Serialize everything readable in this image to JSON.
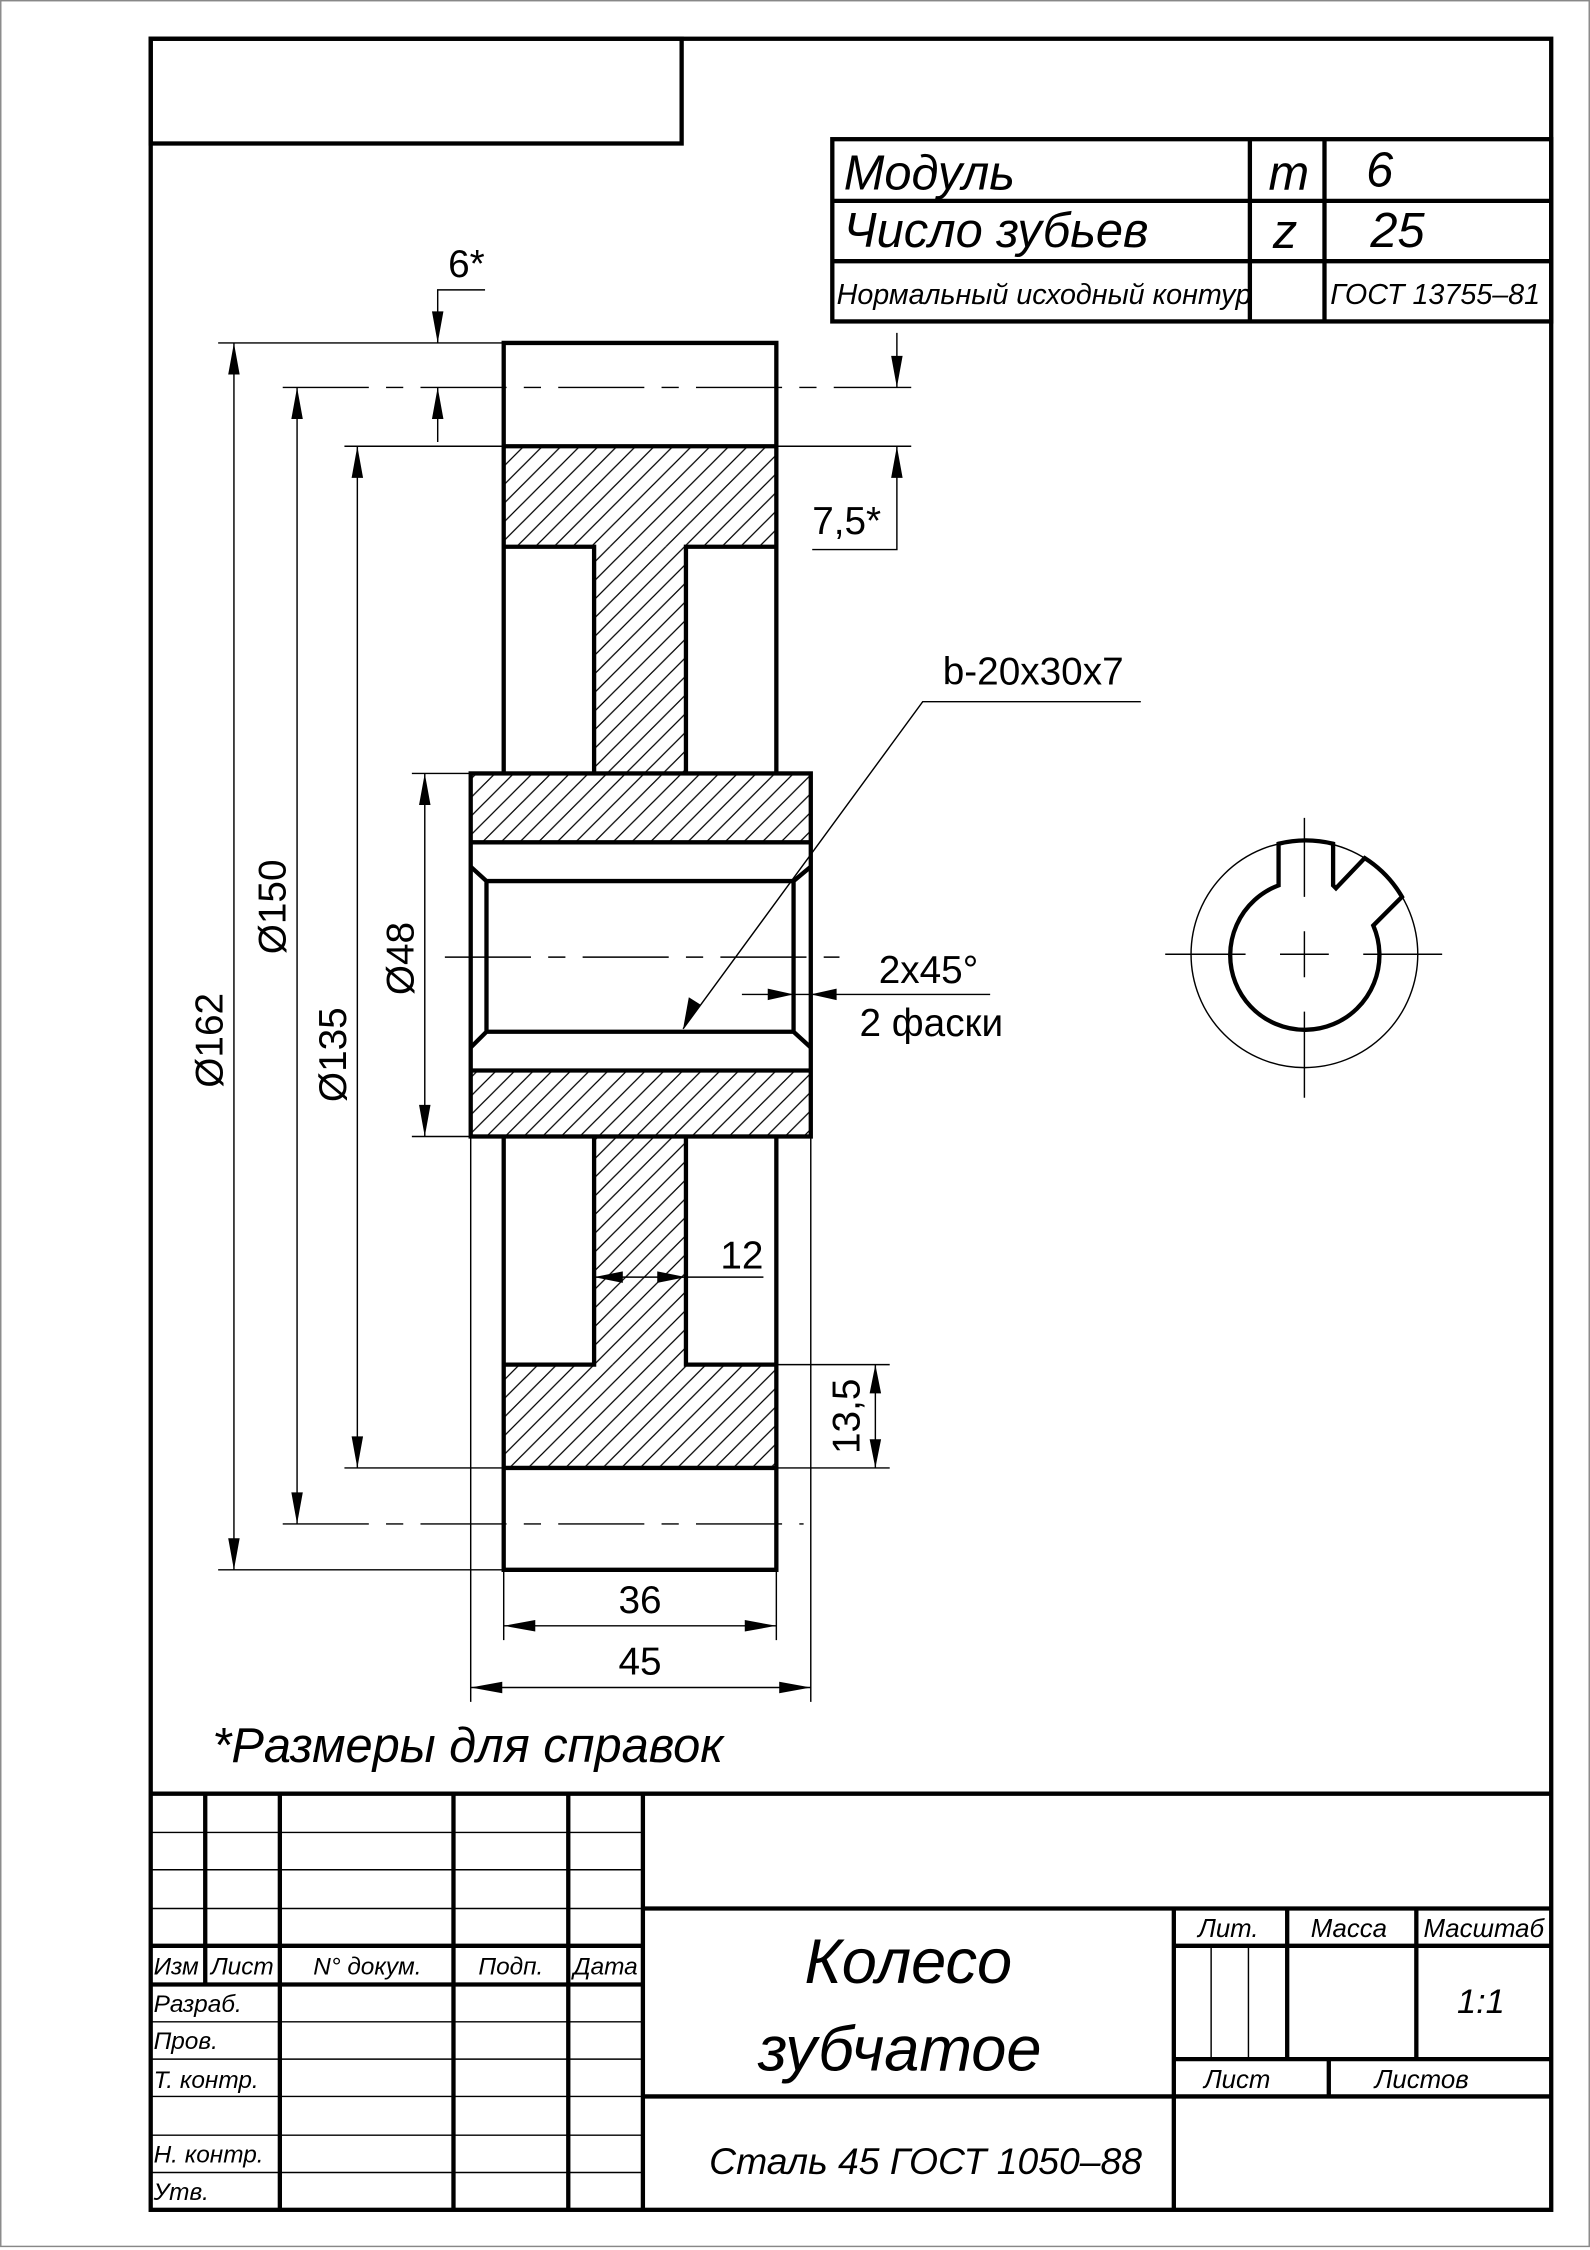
{
  "gear_params": {
    "rows": [
      {
        "name": "Модуль",
        "symbol": "m",
        "value": "6"
      },
      {
        "name": "Число зубьев",
        "symbol": "z",
        "value": "25"
      },
      {
        "name": "Нормальный исходный контур",
        "symbol": "",
        "value": "ГОСТ 13755–81"
      }
    ]
  },
  "dimensions": {
    "d162": "Ø162",
    "d150": "Ø150",
    "d135": "Ø135",
    "d48": "Ø48",
    "tooth_top": "6*",
    "tooth_bottom": "7,5*",
    "keyway": "b-20x30x7",
    "chamfer": "2x45°",
    "chamfer_note": "2 фаски",
    "web": "12",
    "rim": "13,5",
    "width_36": "36",
    "width_45": "45"
  },
  "note": "*Размеры для справок",
  "title_block": {
    "headers": {
      "izm": "Изм",
      "list": "Лист",
      "doc": "N° докум.",
      "sign": "Подп.",
      "date": "Дата"
    },
    "roles": [
      "Разраб.",
      "Пров.",
      "Т. контр.",
      "",
      "Н. контр.",
      "Утв."
    ],
    "title_line1": "Колесо",
    "title_line2": "зубчатое",
    "material": "Сталь 45 ГОСТ 1050–88",
    "lit_label": "Лит.",
    "mass_label": "Масса",
    "scale_label": "Масштаб",
    "scale_value": "1:1",
    "sheet_label": "Лист",
    "sheets_label": "Листов"
  }
}
